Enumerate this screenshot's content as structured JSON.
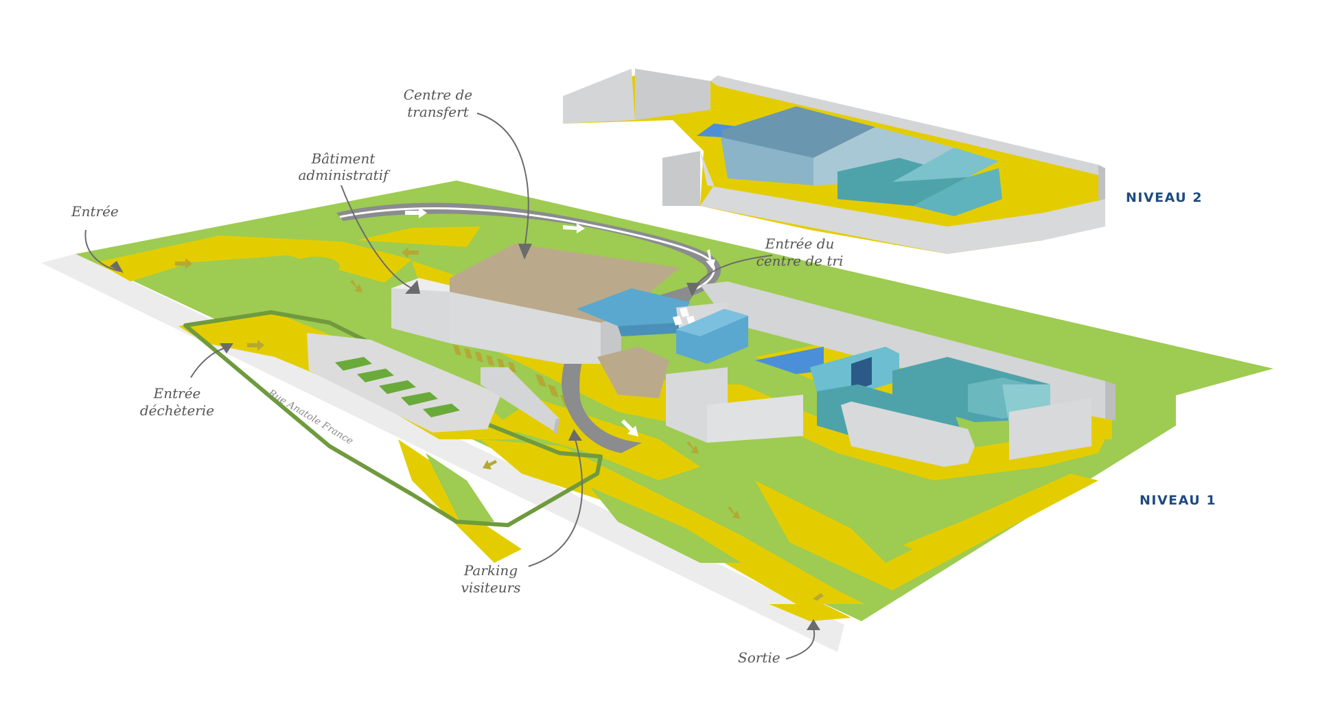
{
  "labels": {
    "entree": "Entrée",
    "centre_transfert_l1": "Centre de",
    "centre_transfert_l2": "transfert",
    "batiment_l1": "Bâtiment",
    "batiment_l2": "administratif",
    "entree_tri_l1": "Entrée du",
    "entree_tri_l2": "centre de tri",
    "entree_decheterie_l1": "Entrée",
    "entree_decheterie_l2": "déchèterie",
    "parking_l1": "Parking",
    "parking_l2": "visiteurs",
    "sortie": "Sortie"
  },
  "levels": {
    "niveau2": "NIVEAU 2",
    "niveau1": "NIVEAU 1"
  },
  "street": "Rue Anatole France",
  "colors": {
    "lawn": "#9ecb52",
    "path": "#e3cd00",
    "road": "#8a8c8e",
    "wall": "#d4d5d6",
    "roof_admin": "#bba98c",
    "blue_light": "#5aa8cf",
    "teal": "#4ea3ab",
    "navy": "#1f4a80"
  }
}
